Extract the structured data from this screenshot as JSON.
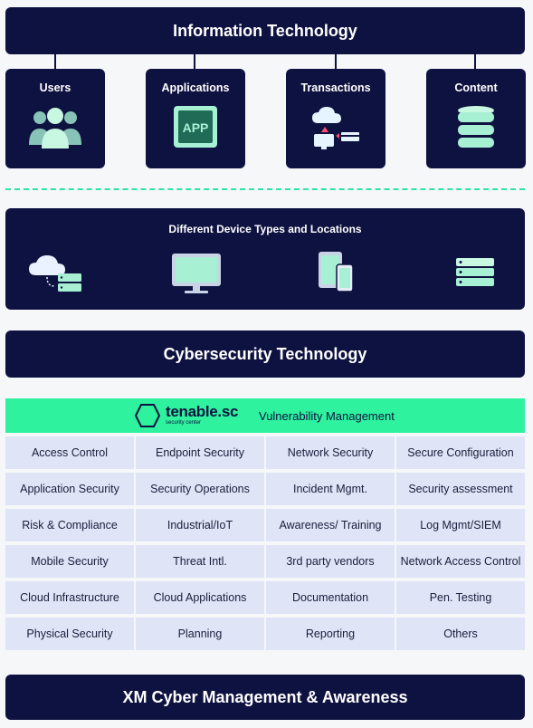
{
  "header": {
    "title": "Information Technology"
  },
  "it_items": [
    {
      "label": "Users",
      "icon": "users-icon"
    },
    {
      "label": "Applications",
      "icon": "app-icon",
      "icon_text": "APP"
    },
    {
      "label": "Transactions",
      "icon": "transactions-icon"
    },
    {
      "label": "Content",
      "icon": "database-icon"
    }
  ],
  "devices": {
    "title": "Different Device Types and Locations",
    "icons": [
      "cloud-server-icon",
      "monitor-icon",
      "mobile-devices-icon",
      "server-icon"
    ]
  },
  "cybersecurity": {
    "title": "Cybersecurity Technology"
  },
  "tenable": {
    "brand": "tenable.sc",
    "sub": "security center",
    "caption": "Vulnerability Management"
  },
  "capabilities": [
    "Access Control",
    "Endpoint Security",
    "Network Security",
    "Secure Configuration",
    "Application Security",
    "Security Operations",
    "Incident Mgmt.",
    "Security assessment",
    "Risk & Compliance",
    "Industrial/IoT",
    "Awareness/ Training",
    "Log Mgmt/SIEM",
    "Mobile Security",
    "Threat Intl.",
    "3rd party vendors",
    "Network Access Control",
    "Cloud Infrastructure",
    "Cloud Applications",
    "Documentation",
    "Pen. Testing",
    "Physical Security",
    "Planning",
    "Reporting",
    "Others"
  ],
  "footer": {
    "title": "XM Cyber Management & Awareness"
  },
  "colors": {
    "navy": "#0e1240",
    "accent": "#2ef29e",
    "icon_mint": "#a8f0d4",
    "cell": "#dfe5f7"
  }
}
